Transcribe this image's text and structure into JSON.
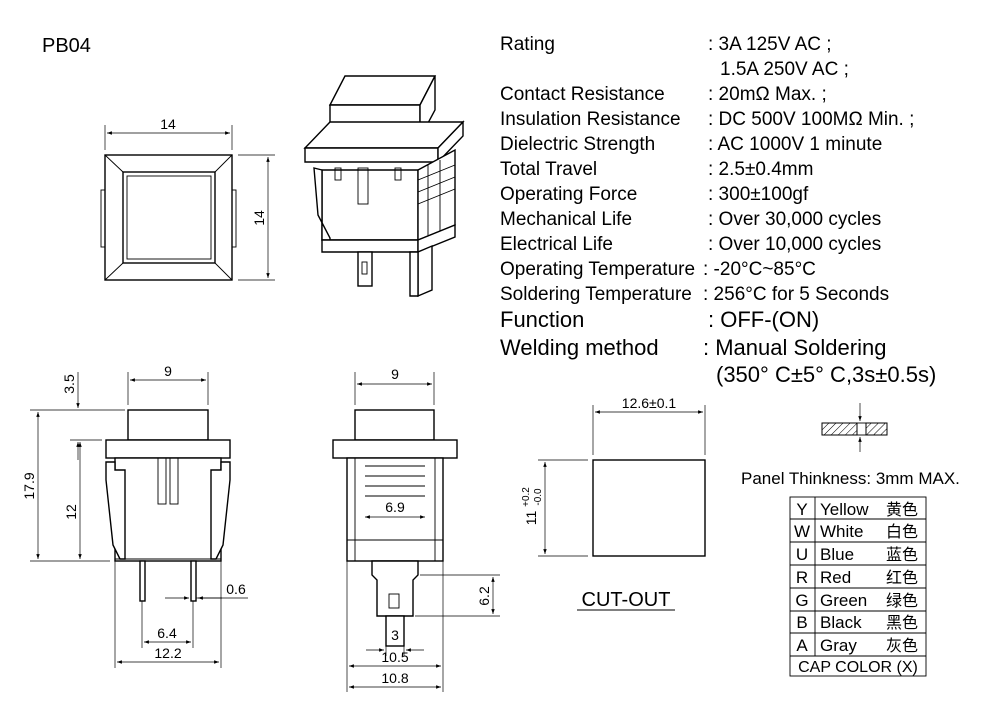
{
  "model": "PB04",
  "specs": [
    {
      "label": "Rating",
      "value": ": 3A   125V AC ;"
    },
    {
      "label": "",
      "value": "1.5A 250V AC ;"
    },
    {
      "label": "Contact Resistance",
      "value": ": 20mΩ Max. ;"
    },
    {
      "label": "Insulation Resistance",
      "value": ": DC 500V 100MΩ  Min. ;"
    },
    {
      "label": "Dielectric Strength",
      "value": ": AC 1000V 1 minute"
    },
    {
      "label": "Total Travel",
      "value": ": 2.5±0.4mm"
    },
    {
      "label": "Operating Force",
      "value": ": 300±100gf"
    },
    {
      "label": "Mechanical Life",
      "value": ": Over 30,000 cycles"
    },
    {
      "label": "Electrical Life",
      "value": ": Over 10,000 cycles"
    },
    {
      "label": "Operating Temperature",
      "value": ": -20°C~85°C"
    },
    {
      "label": "Soldering Temperature",
      "value": ": 256°C for 5 Seconds"
    }
  ],
  "function": {
    "label": "Function",
    "value": ": OFF-(ON)"
  },
  "welding": {
    "label": "Welding method",
    "value": ": Manual Soldering",
    "detail": "(350° C±5° C,3s±0.5s)"
  },
  "dimensions": {
    "top_width": "14",
    "top_height": "14",
    "front_cap_width": "9",
    "front_cap_height": "3.5",
    "front_total_height": "17.9",
    "front_body_height": "12",
    "front_pin_width": "0.6",
    "front_pin_pitch": "6.4",
    "front_base_width": "12.2",
    "side_cap_width": "9",
    "side_inner_width": "6.9",
    "side_pin_length": "6.2",
    "side_pin_width": "3",
    "side_base_width": "10.5",
    "side_total_width": "10.8",
    "cutout_width": "12.6±0.1",
    "cutout_height": "11",
    "cutout_tol_plus": "+0.2",
    "cutout_tol_minus": "-0.0"
  },
  "cutout_label": "CUT-OUT",
  "panel_thickness": "Panel Thinkness: 3mm MAX.",
  "cap_colors": [
    {
      "code": "Y",
      "name": "Yellow",
      "cn": "黄色"
    },
    {
      "code": "W",
      "name": "White",
      "cn": "白色"
    },
    {
      "code": "U",
      "name": "Blue",
      "cn": "蓝色"
    },
    {
      "code": "R",
      "name": "Red",
      "cn": "红色"
    },
    {
      "code": "G",
      "name": "Green",
      "cn": "绿色"
    },
    {
      "code": "B",
      "name": "Black",
      "cn": "黑色"
    },
    {
      "code": "A",
      "name": "Gray",
      "cn": "灰色"
    }
  ],
  "cap_color_footer": "CAP COLOR (X)"
}
